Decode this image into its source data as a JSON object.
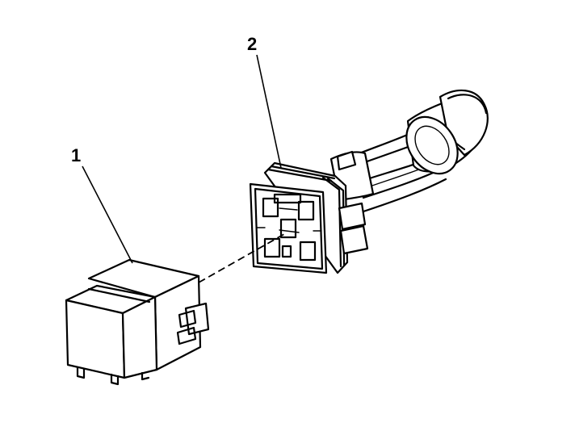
{
  "callouts": [
    {
      "id": "relay",
      "label": "1"
    },
    {
      "id": "connector",
      "label": "2"
    }
  ]
}
